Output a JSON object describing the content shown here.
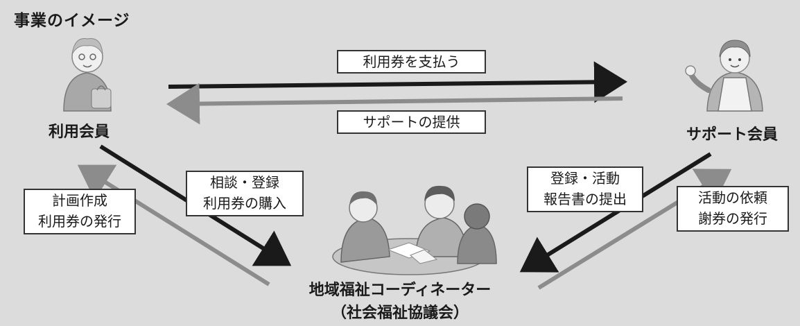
{
  "title": "事業のイメージ",
  "nodes": {
    "user": "利用会員",
    "supporter": "サポート会員",
    "coordinator": "地域福祉コーディネーター",
    "coordinator_org": "（社会福祉協議会）"
  },
  "edges": {
    "pay": "利用券を支払う",
    "support": "サポートの提供",
    "consult": [
      "相談・登録",
      "利用券の購入"
    ],
    "plan": [
      "計画作成",
      "利用券の発行"
    ],
    "report": [
      "登録・活動",
      "報告書の提出"
    ],
    "request": [
      "活動の依頼",
      "謝券の発行"
    ]
  },
  "colors": {
    "background": "#dcdcdc",
    "arrow_dark": "#1a1a1a",
    "arrow_gray": "#8c8c8c"
  },
  "icons": [
    "elderly-woman-icon",
    "helper-woman-icon",
    "meeting-group-icon"
  ]
}
